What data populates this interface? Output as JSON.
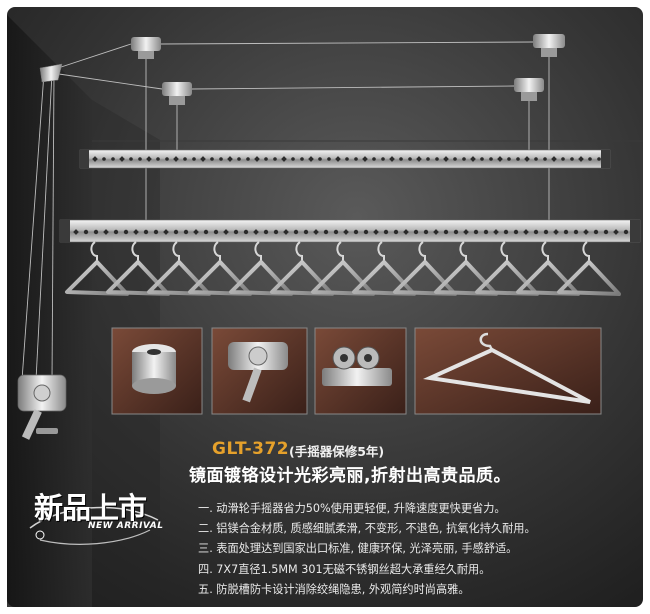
{
  "product": {
    "model": "GLT-372",
    "warranty": "(手摇器保修5年)",
    "headline": "镜面镀铬设计光彩亮丽,折射出高贵品质。"
  },
  "features": [
    "一. 动滑轮手摇器省力50%使用更轻便, 升降速度更快更省力。",
    "二. 铝镁合金材质, 质感细腻柔滑, 不变形, 不退色, 抗氧化持久耐用。",
    "三. 表面处理达到国家出口标准, 健康环保, 光泽亮丽, 手感舒适。",
    "四. 7X7直径1.5MM 301无磁不锈钢丝超大承重经久耐用。",
    "五. 防脱槽防卡设计消除绞绳隐患, 外观简约时尚高雅。"
  ],
  "brand": {
    "chinese": "新品上市",
    "english": "NEW ARRIVAL"
  },
  "colors": {
    "accent": "#e6a12b",
    "background_dark": "#2a2a2a",
    "frame_border": "#e8e8e8"
  }
}
